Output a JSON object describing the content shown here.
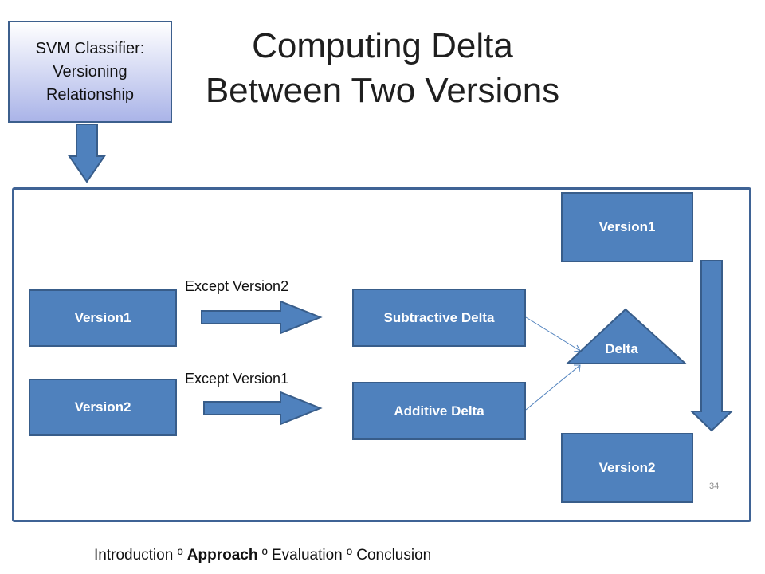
{
  "slide": {
    "title_line1": "Computing Delta",
    "title_line2": "Between Two Versions",
    "page_number": "34"
  },
  "svm_box": {
    "line1": "SVM Classifier:",
    "line2": "Versioning",
    "line3": "Relationship"
  },
  "nodes": {
    "left_version1": "Version1",
    "left_version2": "Version2",
    "subtractive_delta": "Subtractive Delta",
    "additive_delta": "Additive Delta",
    "delta": "Delta",
    "right_version1": "Version1",
    "right_version2": "Version2"
  },
  "edges": {
    "except_version2": "Except Version2",
    "except_version1": "Except Version1"
  },
  "footer": {
    "introduction": "Introduction",
    "sep": " º ",
    "approach": "Approach",
    "evaluation": "Evaluation",
    "conclusion": "Conclusion"
  },
  "colors": {
    "node_fill": "#4f81bd",
    "node_border": "#385d8a",
    "frame": "#3f6395"
  }
}
